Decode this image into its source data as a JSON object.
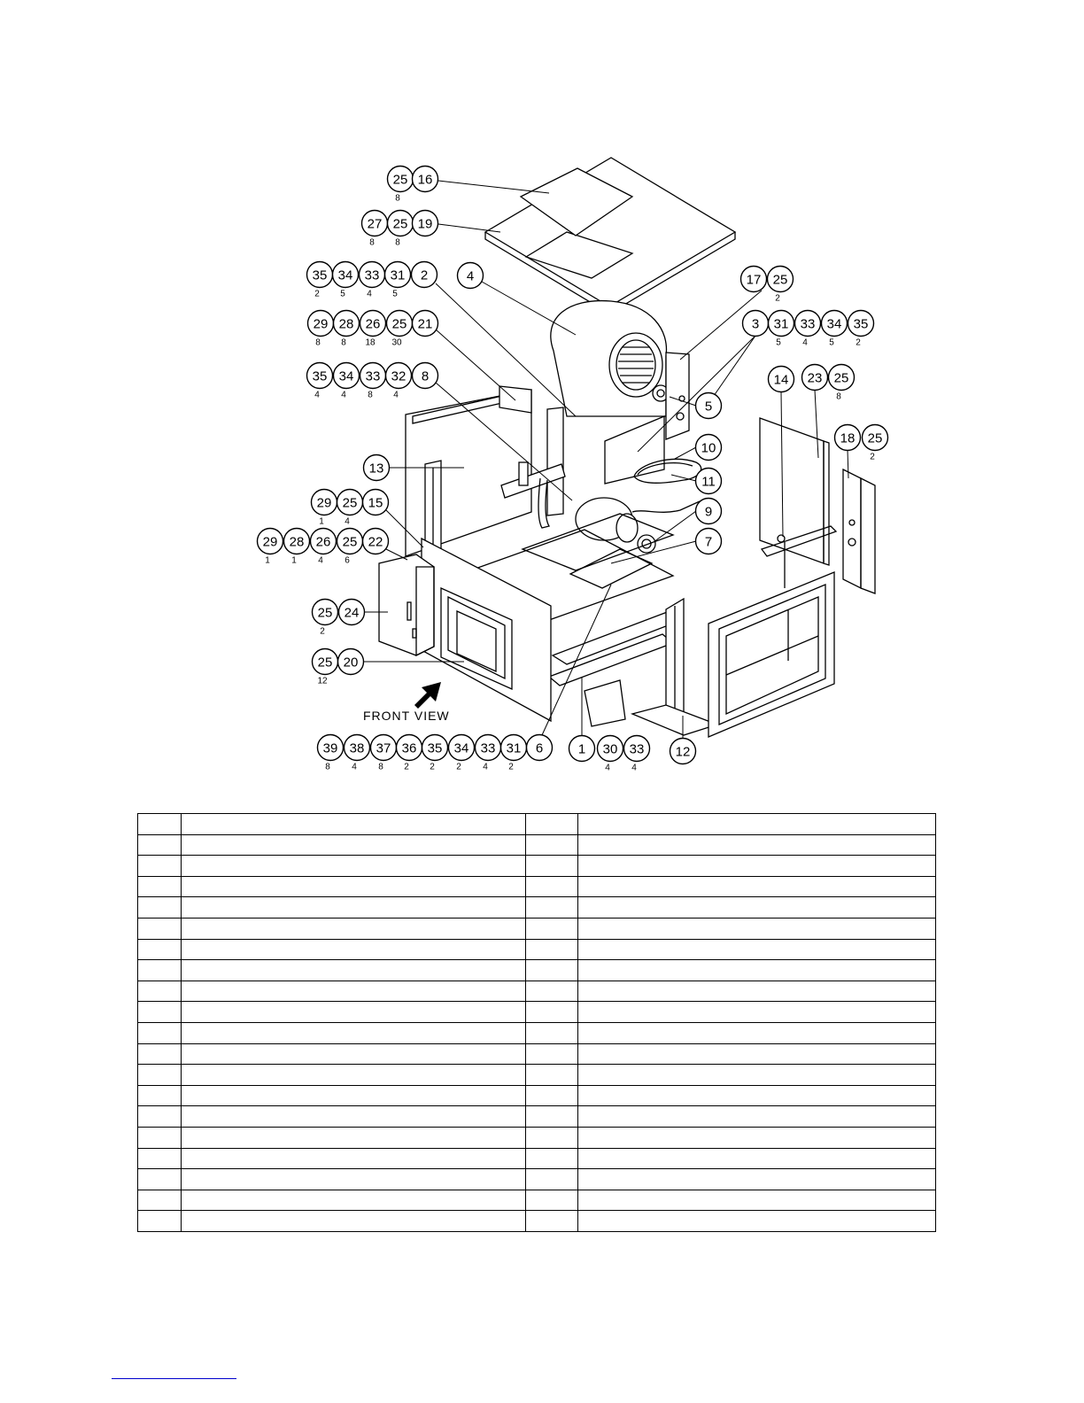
{
  "diagram": {
    "view_label": "FRONT VIEW",
    "callouts": [
      {
        "id": "c-25-a",
        "num": "25",
        "qty": "8"
      },
      {
        "id": "c-16",
        "num": "16",
        "qty": ""
      },
      {
        "id": "c-27",
        "num": "27",
        "qty": "8"
      },
      {
        "id": "c-25-b",
        "num": "25",
        "qty": "8"
      },
      {
        "id": "c-19",
        "num": "19",
        "qty": ""
      },
      {
        "id": "c-35-a",
        "num": "35",
        "qty": "2"
      },
      {
        "id": "c-34-a",
        "num": "34",
        "qty": "5"
      },
      {
        "id": "c-33-a",
        "num": "33",
        "qty": "4"
      },
      {
        "id": "c-31-a",
        "num": "31",
        "qty": "5"
      },
      {
        "id": "c-2",
        "num": "2",
        "qty": ""
      },
      {
        "id": "c-4",
        "num": "4",
        "qty": ""
      },
      {
        "id": "c-17",
        "num": "17",
        "qty": ""
      },
      {
        "id": "c-25-c",
        "num": "25",
        "qty": "2"
      },
      {
        "id": "c-29-a",
        "num": "29",
        "qty": "8"
      },
      {
        "id": "c-28-a",
        "num": "28",
        "qty": "8"
      },
      {
        "id": "c-26-a",
        "num": "26",
        "qty": "18"
      },
      {
        "id": "c-25-d",
        "num": "25",
        "qty": "30"
      },
      {
        "id": "c-21",
        "num": "21",
        "qty": ""
      },
      {
        "id": "c-3",
        "num": "3",
        "qty": ""
      },
      {
        "id": "c-31-b",
        "num": "31",
        "qty": "5"
      },
      {
        "id": "c-33-b",
        "num": "33",
        "qty": "4"
      },
      {
        "id": "c-34-b",
        "num": "34",
        "qty": "5"
      },
      {
        "id": "c-35-b",
        "num": "35",
        "qty": "2"
      },
      {
        "id": "c-35-c",
        "num": "35",
        "qty": "4"
      },
      {
        "id": "c-34-c",
        "num": "34",
        "qty": "4"
      },
      {
        "id": "c-33-c",
        "num": "33",
        "qty": "8"
      },
      {
        "id": "c-32",
        "num": "32",
        "qty": "4"
      },
      {
        "id": "c-8",
        "num": "8",
        "qty": ""
      },
      {
        "id": "c-14",
        "num": "14",
        "qty": ""
      },
      {
        "id": "c-23",
        "num": "23",
        "qty": ""
      },
      {
        "id": "c-25-e",
        "num": "25",
        "qty": "8"
      },
      {
        "id": "c-5",
        "num": "5",
        "qty": ""
      },
      {
        "id": "c-18",
        "num": "18",
        "qty": ""
      },
      {
        "id": "c-25-f",
        "num": "25",
        "qty": "2"
      },
      {
        "id": "c-10",
        "num": "10",
        "qty": ""
      },
      {
        "id": "c-13",
        "num": "13",
        "qty": ""
      },
      {
        "id": "c-11",
        "num": "11",
        "qty": ""
      },
      {
        "id": "c-29-b",
        "num": "29",
        "qty": "1"
      },
      {
        "id": "c-25-g",
        "num": "25",
        "qty": "4"
      },
      {
        "id": "c-15",
        "num": "15",
        "qty": ""
      },
      {
        "id": "c-9",
        "num": "9",
        "qty": ""
      },
      {
        "id": "c-29-c",
        "num": "29",
        "qty": "1"
      },
      {
        "id": "c-28-b",
        "num": "28",
        "qty": "1"
      },
      {
        "id": "c-26-b",
        "num": "26",
        "qty": "4"
      },
      {
        "id": "c-25-h",
        "num": "25",
        "qty": "6"
      },
      {
        "id": "c-22",
        "num": "22",
        "qty": ""
      },
      {
        "id": "c-7",
        "num": "7",
        "qty": ""
      },
      {
        "id": "c-25-i",
        "num": "25",
        "qty": "2"
      },
      {
        "id": "c-24",
        "num": "24",
        "qty": ""
      },
      {
        "id": "c-25-j",
        "num": "25",
        "qty": "12"
      },
      {
        "id": "c-20",
        "num": "20",
        "qty": ""
      },
      {
        "id": "c-39",
        "num": "39",
        "qty": "8"
      },
      {
        "id": "c-38",
        "num": "38",
        "qty": "4"
      },
      {
        "id": "c-37",
        "num": "37",
        "qty": "8"
      },
      {
        "id": "c-36",
        "num": "36",
        "qty": "2"
      },
      {
        "id": "c-35-d",
        "num": "35",
        "qty": "2"
      },
      {
        "id": "c-34-d",
        "num": "34",
        "qty": "2"
      },
      {
        "id": "c-33-d",
        "num": "33",
        "qty": "4"
      },
      {
        "id": "c-31-c",
        "num": "31",
        "qty": "2"
      },
      {
        "id": "c-6",
        "num": "6",
        "qty": ""
      },
      {
        "id": "c-1",
        "num": "1",
        "qty": ""
      },
      {
        "id": "c-30",
        "num": "30",
        "qty": "4"
      },
      {
        "id": "c-33-e",
        "num": "33",
        "qty": "4"
      },
      {
        "id": "c-12",
        "num": "12",
        "qty": ""
      }
    ]
  },
  "parts_table": {
    "rows": [
      [
        "",
        "",
        "",
        ""
      ],
      [
        "",
        "",
        "",
        ""
      ],
      [
        "",
        "",
        "",
        ""
      ],
      [
        "",
        "",
        "",
        ""
      ],
      [
        "",
        "",
        "",
        ""
      ],
      [
        "",
        "",
        "",
        ""
      ],
      [
        "",
        "",
        "",
        ""
      ],
      [
        "",
        "",
        "",
        ""
      ],
      [
        "",
        "",
        "",
        ""
      ],
      [
        "",
        "",
        "",
        ""
      ],
      [
        "",
        "",
        "",
        ""
      ],
      [
        "",
        "",
        "",
        ""
      ],
      [
        "",
        "",
        "",
        ""
      ],
      [
        "",
        "",
        "",
        ""
      ],
      [
        "",
        "",
        "",
        ""
      ],
      [
        "",
        "",
        "",
        ""
      ],
      [
        "",
        "",
        "",
        ""
      ],
      [
        "",
        "",
        "",
        ""
      ],
      [
        "",
        "",
        "",
        ""
      ],
      [
        "",
        "",
        "",
        ""
      ]
    ]
  }
}
